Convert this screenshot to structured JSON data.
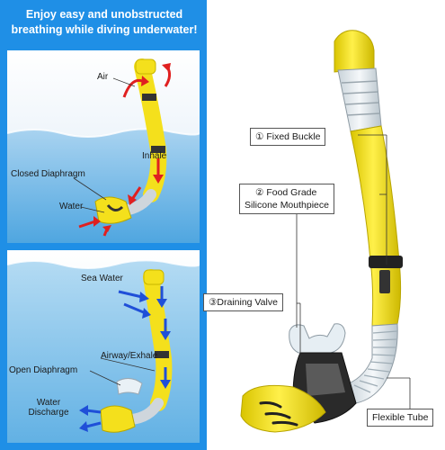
{
  "headline": {
    "line1": "Enjoy easy and unobstructed",
    "line2": "breathing while diving underwater!"
  },
  "top_panel": {
    "air": "Air",
    "inhale": "Inhale",
    "closed_diaphragm": "Closed Diaphragm",
    "water": "Water"
  },
  "bottom_panel": {
    "sea_water": "Sea Water",
    "airway_exhale": "Airway/Exhale",
    "open_diaphragm": "Open Diaphragm",
    "water_discharge_1": "Water",
    "water_discharge_2": "Discharge"
  },
  "callouts": {
    "fixed_buckle": "① Fixed Buckle",
    "mouthpiece_1": "② Food Grade",
    "mouthpiece_2": "Silicone Mouthpiece",
    "draining_valve": "③Draining Valve",
    "flexible_tube": "Flexible Tube"
  },
  "colors": {
    "background_blue": "#1f8fe6",
    "snorkel_yellow": "#f4e01c",
    "arrow_red": "#e02020",
    "arrow_blue": "#1f4fd8"
  }
}
